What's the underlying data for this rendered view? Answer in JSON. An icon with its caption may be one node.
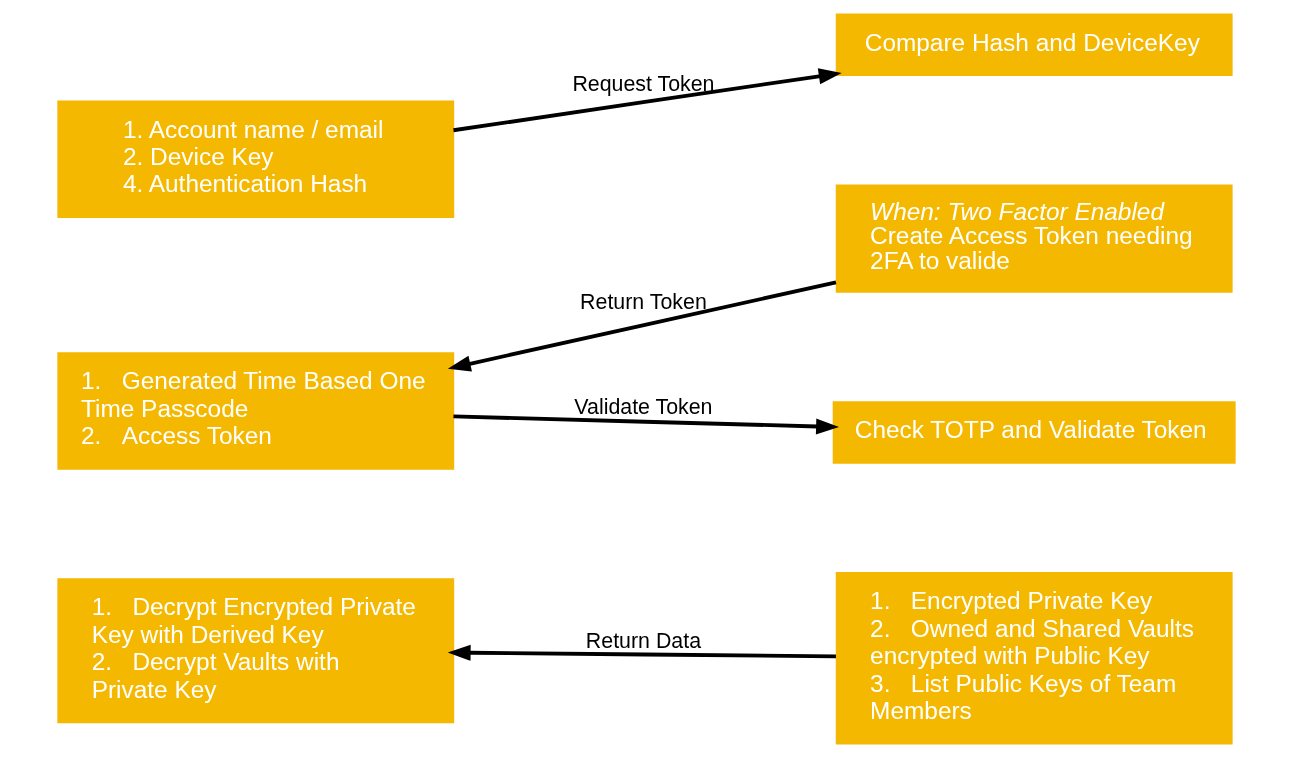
{
  "diagram": {
    "nodes": [
      {
        "text": [
          "1. Account name / email",
          "2. Device Key",
          "4. Authentication Hash"
        ]
      },
      {
        "text": [
          "Compare Hash and DeviceKey"
        ]
      },
      {
        "text": [
          "When: Two Factor Enabled",
          "Create Access Token needing 2FA to valide"
        ]
      },
      {
        "text": [
          "1.   Generated Time Based One Time Passcode",
          "2.   Access Token"
        ]
      },
      {
        "text": [
          "Check TOTP and Validate Token"
        ]
      },
      {
        "text": [
          "1.   Decrypt Encrypted Private Key with Derived Key",
          "2.   Decrypt Vaults with Private Key"
        ]
      },
      {
        "text": [
          "1.   Encrypted Private Key",
          "2.   Owned and Shared Vaults encrypted with Public Key",
          "3.   List Public Keys of Team Members"
        ]
      }
    ],
    "edges": [
      {
        "from": 0,
        "to": 1,
        "arrow": "to",
        "label": "Request Token"
      },
      {
        "from": 2,
        "to": 3,
        "arrow": "to",
        "label": "Return Token"
      },
      {
        "from": 3,
        "to": 4,
        "arrow": "to",
        "label": "Validate Token"
      },
      {
        "from": 6,
        "to": 5,
        "arrow": "to",
        "label": "Return Data"
      }
    ]
  }
}
